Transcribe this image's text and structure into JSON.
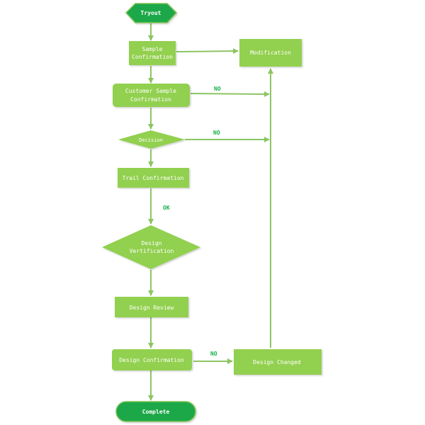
{
  "colors": {
    "node_fill": "#92d050",
    "terminal_fill": "#1aa84a",
    "terminal_stroke": "#7ec352",
    "arrow": "#8cc563",
    "edge_label": "#19b14a"
  },
  "nodes": {
    "tryout": "Tryout",
    "sample_confirmation": [
      "Sample",
      "Confirmation"
    ],
    "modification": "Modification",
    "customer_sample_confirmation": [
      "Customer Sample",
      "Confirmation"
    ],
    "decision": "Decision",
    "trail_confirmation": "Trail Confirmation",
    "design_verification": [
      "Design",
      "Vertification"
    ],
    "design_review": "Design Review",
    "design_confirmation": "Design Confirmation",
    "design_changed": "Design Changed",
    "complete": "Complete"
  },
  "edge_labels": {
    "customer_no": "NO",
    "decision_no": "NO",
    "trail_ok": "OK",
    "design_confirmation_no": "NO"
  }
}
